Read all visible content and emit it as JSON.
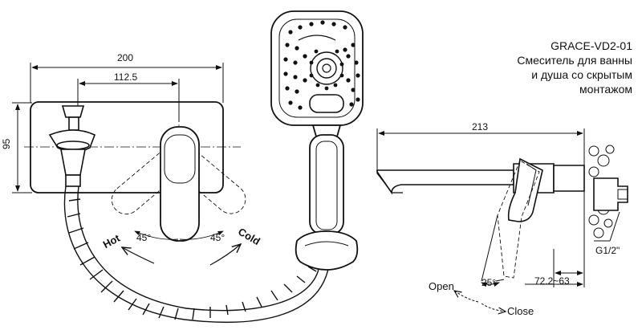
{
  "title": {
    "model": "GRACE-VD2-01",
    "description_lines": [
      "Смеситель для ванны",
      "и душа со скрытым",
      "монтажом"
    ]
  },
  "front_view": {
    "dim_width": "200",
    "dim_handle_offset": "112.5",
    "dim_height": "95",
    "angle_left": "45°",
    "angle_right": "45°",
    "label_hot": "Hot",
    "label_cold": "Cold"
  },
  "side_view": {
    "dim_spout_length": "213",
    "dim_projection": "72.2~63",
    "angle_handle": "25°",
    "thread": "G1/2\"",
    "label_open": "Open",
    "label_close": "Close"
  }
}
